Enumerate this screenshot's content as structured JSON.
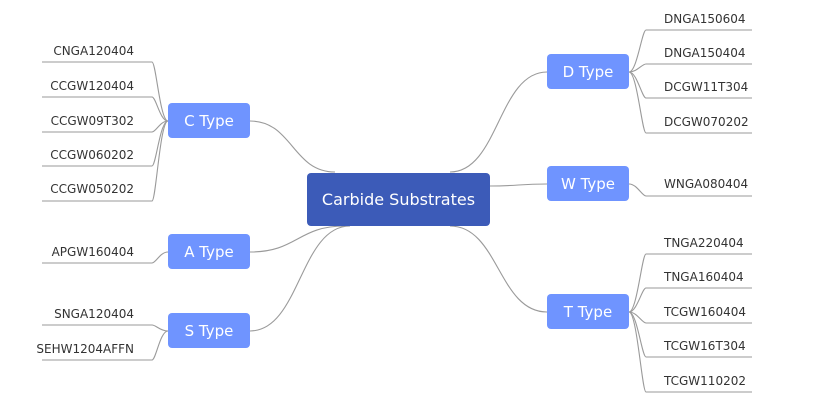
{
  "root": {
    "label": "Carbide Substrates"
  },
  "branches": [
    {
      "key": "c",
      "label": "C Type",
      "leaves": [
        "CNGA120404",
        "CCGW120404",
        "CCGW09T302",
        "CCGW060202",
        "CCGW050202"
      ]
    },
    {
      "key": "a",
      "label": "A Type",
      "leaves": [
        "APGW160404"
      ]
    },
    {
      "key": "s",
      "label": "S Type",
      "leaves": [
        "SNGA120404",
        "SEHW1204AFFN"
      ]
    },
    {
      "key": "d",
      "label": "D Type",
      "leaves": [
        "DNGA150604",
        "DNGA150404",
        "DCGW11T304",
        "DCGW070202"
      ]
    },
    {
      "key": "w",
      "label": "W Type",
      "leaves": [
        "WNGA080404"
      ]
    },
    {
      "key": "t",
      "label": "T Type",
      "leaves": [
        "TNGA220404",
        "TNGA160404",
        "TCGW160404",
        "TCGW16T304",
        "TCGW110202"
      ]
    }
  ],
  "colors": {
    "root": "#3c5bb8",
    "type_node": "#6f94ff",
    "connector": "#9a9a9a"
  }
}
